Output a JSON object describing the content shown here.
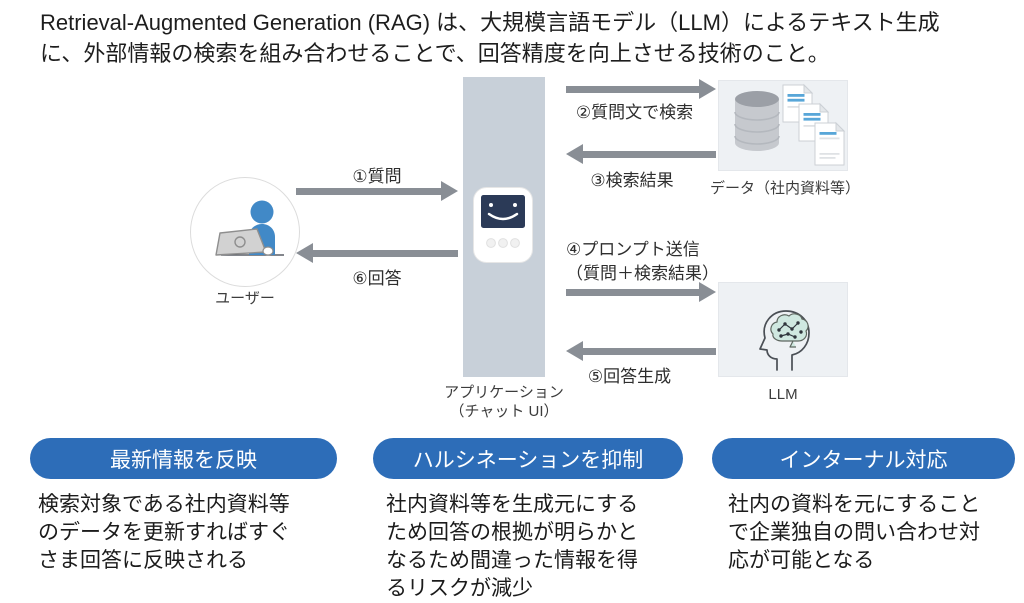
{
  "title": "Retrieval-Augmented Generation (RAG) は、大規模言語モデル（LLM）によるテキスト生成\nに、外部情報の検索を組み合わせることで、回答精度を向上させる技術のこと。",
  "diagram": {
    "user": {
      "label": "ユーザー",
      "icon": "person-laptop-icon"
    },
    "application": {
      "label": "アプリケーション\n（チャット UI）",
      "icon": "chat-bot-icon"
    },
    "data_store": {
      "label": "データ（社内資料等）",
      "icon": "database-documents-icon"
    },
    "llm": {
      "label": "LLM",
      "icon": "brain-head-icon"
    },
    "flows": [
      {
        "id": "1",
        "label": "①質問",
        "direction": "right"
      },
      {
        "id": "2",
        "label": "②質問文で検索",
        "direction": "right"
      },
      {
        "id": "3",
        "label": "③検索結果",
        "direction": "left"
      },
      {
        "id": "4",
        "label": "④プロンプト送信\n（質問＋検索結果）",
        "direction": "right"
      },
      {
        "id": "5",
        "label": "⑤回答生成",
        "direction": "left"
      },
      {
        "id": "6",
        "label": "⑥回答",
        "direction": "left"
      }
    ]
  },
  "benefits": [
    {
      "title": "最新情報を反映",
      "description": "検索対象である社内資料等\nのデータを更新すればすぐ\nさま回答に反映される"
    },
    {
      "title": "ハルシネーションを抑制",
      "description": "社内資料等を生成元にする\nため回答の根拠が明らかと\nなるため間違った情報を得\nるリスクが減少"
    },
    {
      "title": "インターナル対応",
      "description": "社内の資料を元にすること\nで企業独自の問い合わせ対\n応が可能となる"
    }
  ],
  "colors": {
    "pill_blue": "#2d6db8",
    "arrow_grey": "#898e95",
    "application_column": "#c8d0d9",
    "info_box_bg": "#eef1f4",
    "person_blue": "#4189c7",
    "chat_screen_navy": "#2b3a57",
    "document_line_blue": "#58a6d8",
    "brain_teal": "#cfe8e0"
  }
}
